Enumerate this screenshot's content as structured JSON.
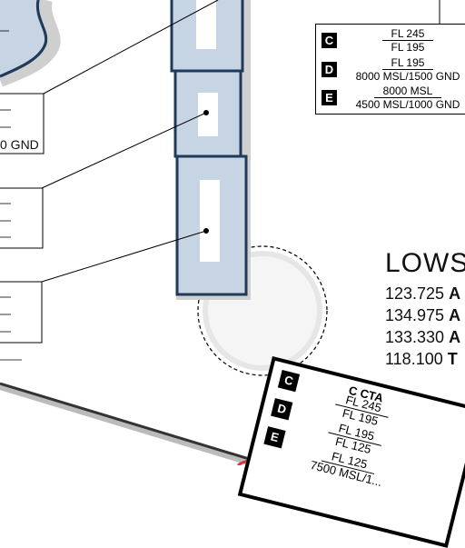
{
  "legend_top_right": {
    "rows": [
      {
        "class": "C",
        "upper": "FL 245",
        "lower": "FL 195"
      },
      {
        "class": "D",
        "upper": "FL 195",
        "lower": "8000 MSL/1500 GND"
      },
      {
        "class": "E",
        "upper": "8000 MSL",
        "lower": "4500 MSL/1000 GND"
      }
    ]
  },
  "left_callout_fragment": "0 GND",
  "station": {
    "name_fragment": "LOWS",
    "frequencies": [
      {
        "value": "123.725",
        "code": "A"
      },
      {
        "value": "134.975",
        "code": "A"
      },
      {
        "value": "133.330",
        "code": "A"
      },
      {
        "value": "118.100",
        "code": "T"
      }
    ]
  },
  "cta_box": {
    "title": "C CTA",
    "rows": [
      {
        "class": "C",
        "upper": "FL 245",
        "lower": "FL 195"
      },
      {
        "class": "D",
        "upper": "FL 195",
        "lower": "FL 125"
      },
      {
        "class": "E",
        "upper": "FL 125",
        "lower": "7500 MSL/1..."
      }
    ]
  },
  "colors": {
    "airspace_fill": "#c6d4e3",
    "airspace_border": "#1f3a5a",
    "circle_fill": "#dcdcdc",
    "text": "#111111"
  }
}
